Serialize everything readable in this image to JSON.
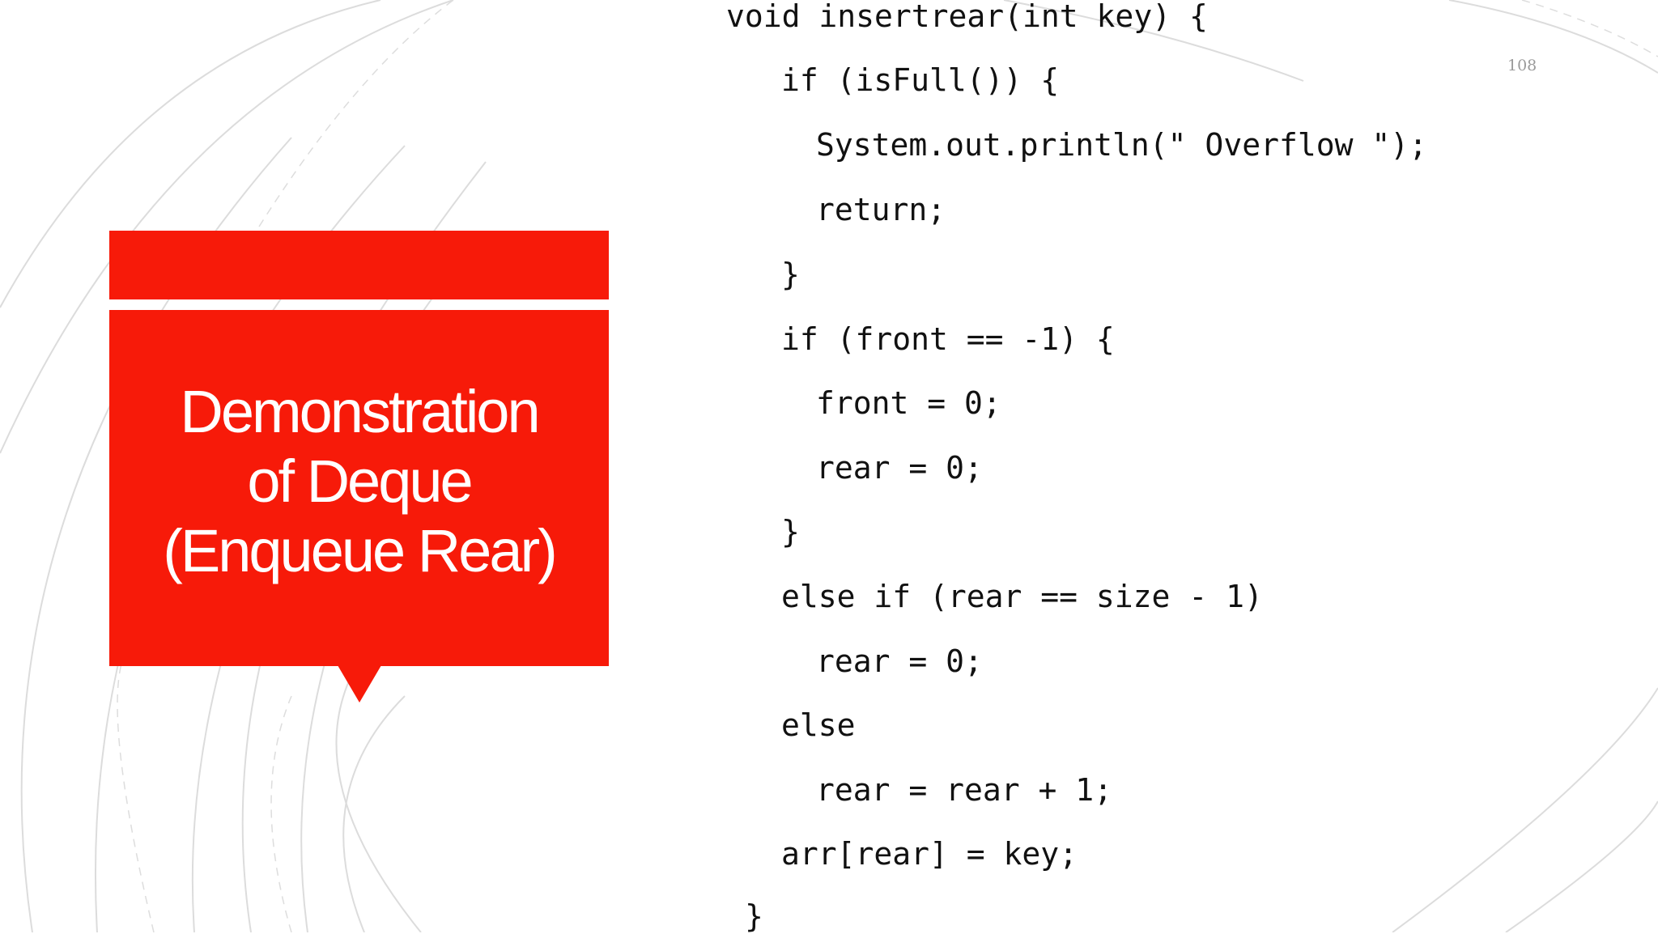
{
  "slide": {
    "title_lines": [
      "Demonstration",
      "of Deque",
      "(Enqueue Rear)"
    ],
    "page_number": "108",
    "code_lines": [
      "void insertrear(int key) {",
      "if (isFull()) {",
      "System.out.println(\" Overflow \");",
      "return;",
      "}",
      "if (front == -1) {",
      "front = 0;",
      "rear = 0;",
      "}",
      "else if (rear == size - 1)",
      "rear = 0;",
      "else",
      "rear = rear + 1;",
      "arr[rear] = key;",
      "}"
    ],
    "colors": {
      "accent": "#f71a09",
      "title_text": "#ffffff",
      "code_text": "#111111",
      "background_lines": "#d9d9d9"
    }
  }
}
